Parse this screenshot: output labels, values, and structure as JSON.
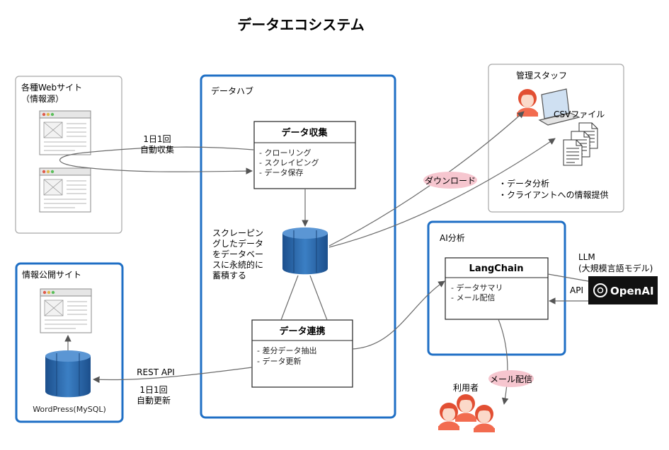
{
  "title": "データエコシステム",
  "websites_group": {
    "line1": "各種Webサイト",
    "line2": "（情報源）"
  },
  "publish_group": {
    "label": "情報公開サイト",
    "db_label": "WordPress(MySQL)"
  },
  "hub_group": {
    "label": "データハブ",
    "db_note": [
      "スクレーピン",
      "グしたデータ",
      "をデータベー",
      "スに永続的に",
      "蓄積する"
    ]
  },
  "collect_box": {
    "title": "データ収集",
    "items": [
      "- クローリング",
      "- スクレイピング",
      "- データ保存"
    ]
  },
  "link_box": {
    "title": "データ連携",
    "items": [
      "- 差分データ抽出",
      "- データ更新"
    ]
  },
  "staff_group": {
    "label": "管理スタッフ",
    "csv_label": "CSVファイル",
    "notes": [
      "・データ分析",
      "・クライアントへの情報提供"
    ]
  },
  "ai_group": {
    "label": "AI分析"
  },
  "langchain_box": {
    "title": "LangChain",
    "items": [
      "- データサマリ",
      "- メール配信"
    ]
  },
  "llm": {
    "line1": "LLM",
    "line2": "(大規模言語モデル)",
    "api_label": "API",
    "logo_text": "OpenAI"
  },
  "edges": {
    "collect_line1": "1日1回",
    "collect_line2": "自動収集",
    "download": "ダウンロード",
    "rest_api": "REST API",
    "update_line1": "1日1回",
    "update_line2": "自動更新",
    "mail": "メール配信"
  },
  "users_label": "利用者",
  "colors": {
    "accent_blue": "#1f6fc5",
    "db_blue": "#2e6cb0",
    "pink": "#f6c6cf",
    "person": "#f26b4f"
  }
}
